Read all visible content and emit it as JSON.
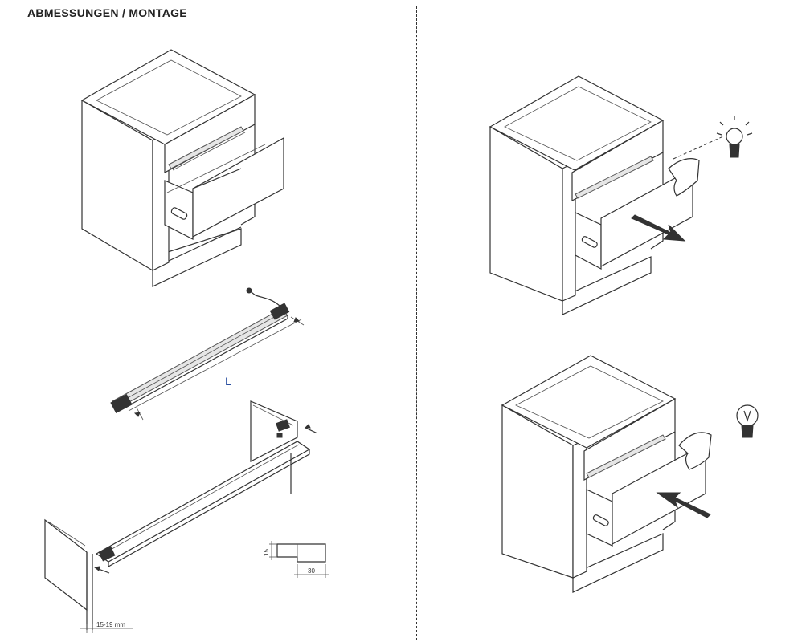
{
  "title": "ABMESSUNGEN / MONTAGE",
  "labels": {
    "length": "L",
    "gap": "15-19 mm",
    "height": "15",
    "width": "30"
  }
}
